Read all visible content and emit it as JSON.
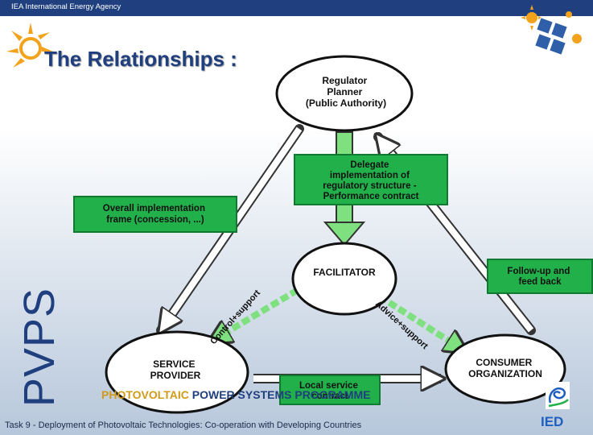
{
  "header": {
    "agency": "IEA International Energy Agency"
  },
  "slide": {
    "title": "The Relationships :",
    "side_label": "PVPS"
  },
  "diagram": {
    "regulator": [
      "Regulator",
      "Planner",
      "(Public Authority)"
    ],
    "delegate": [
      "Delegate",
      "implementation of",
      "regulatory structure -",
      "Performance contract"
    ],
    "overall": [
      "Overall implementation",
      "frame (concession, ...)"
    ],
    "facilitator": "FACILITATOR",
    "followup": [
      "Follow-up and",
      "feed back"
    ],
    "service_provider": [
      "SERVICE",
      "PROVIDER"
    ],
    "consumer_org": [
      "CONSUMER",
      "ORGANIZATION"
    ],
    "local_service": [
      "Local service",
      "contract"
    ],
    "control_support": "Control+support",
    "advice_support": "Advice+support"
  },
  "footer": {
    "programme_word1": "PHOTOVOLTAIC",
    "programme_rest": " POWER SYSTEMS PROGRAMME",
    "task": "Task 9 - Deployment of Photovoltaic Technologies: Co-operation with Developing Countries",
    "logo_text": "IED"
  },
  "colors": {
    "navy": "#1f3f7f",
    "box_green": "#22b04a",
    "box_dark_green": "#0f7a30",
    "accent_gold": "#f2a21b"
  },
  "icons": [
    "sun-icon",
    "solar-panel-icon",
    "swirl-logo-icon"
  ]
}
